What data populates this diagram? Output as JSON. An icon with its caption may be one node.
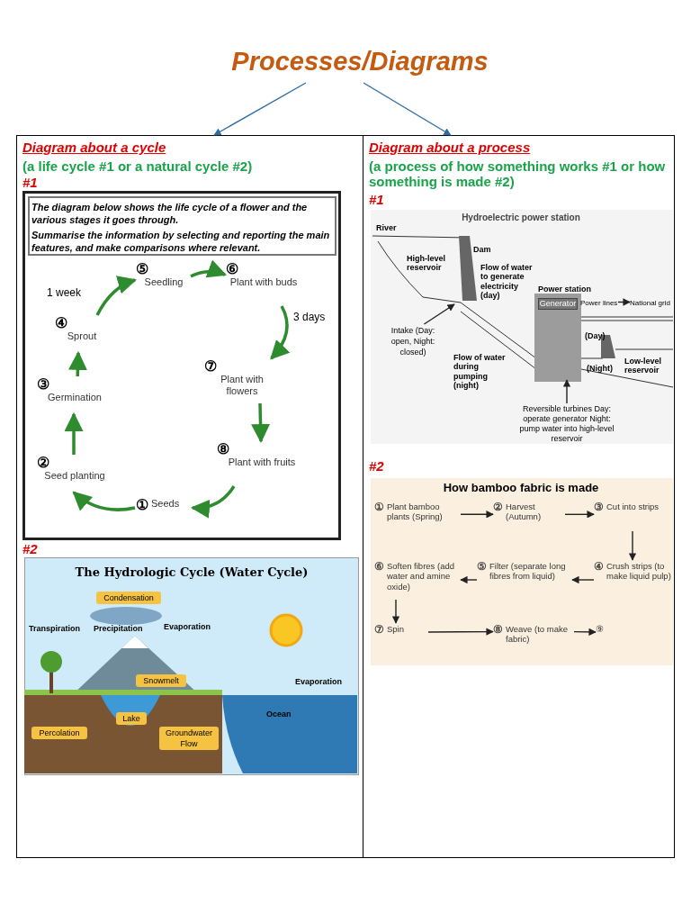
{
  "diagram": {
    "nodes": [
      {
        "text": [
          "Processes/Diagrams"
        ]
      },
      {
        "text": [
          "Diagram about a cycle",
          "(a life cycle #1 or a natural cycle #2)"
        ]
      },
      {
        "text": [
          "#1",
          "The diagram below shows the life cycle of a flower and the various stages it goes through.",
          "Summarise the information by selecting and reporting the main features, and make comparisons where relevant."
        ],
        "in": 1
      },
      {
        "text": [
          "①",
          "Seeds"
        ],
        "in": 2
      },
      {
        "text": [
          "②",
          "Seed planting"
        ],
        "in": 2
      },
      {
        "text": [
          "③",
          "Germination"
        ],
        "in": 2
      },
      {
        "text": [
          "④",
          "Sprout"
        ],
        "in": 2
      },
      {
        "text": [
          "⑤",
          "Seedling"
        ],
        "in": 2
      },
      {
        "text": [
          "⑥",
          "Plant with buds"
        ],
        "in": 2
      },
      {
        "text": [
          "⑦",
          "Plant with flowers"
        ],
        "in": 2
      },
      {
        "text": [
          "⑧",
          "Plant with fruits"
        ],
        "in": 2
      },
      {
        "text": [
          "#2",
          "The Hydrologic Cycle (Water Cycle)"
        ],
        "in": 1
      },
      {
        "text": [
          "Condensation"
        ],
        "in": 11
      },
      {
        "text": [
          "Snowmelt"
        ],
        "in": 11
      },
      {
        "text": [
          "Lake"
        ],
        "in": 11
      },
      {
        "text": [
          "Percolation"
        ],
        "in": 11
      },
      {
        "text": [
          "Groundwater Flow"
        ],
        "in": 11
      },
      {
        "text": [
          "Diagram about a process",
          "(a process of how something works #1 or how something is made #2)"
        ]
      },
      {
        "text": [
          "#1",
          "Hydroelectric power station"
        ],
        "in": 17
      },
      {
        "text": [
          "Power lines"
        ],
        "in": 18
      },
      {
        "text": [
          "National grid"
        ],
        "in": 18
      },
      {
        "text": [
          "Intake (Day: open, Night: closed)"
        ],
        "in": 18
      },
      {
        "text": [
          "Reversible turbines Day: operate generator Night: pump water into high-level reservoir"
        ],
        "in": 18
      },
      {
        "text": [
          "Generator"
        ],
        "in": 18
      },
      {
        "text": [
          "#2",
          "How bamboo fabric is made"
        ],
        "in": 17
      },
      {
        "text": [
          "①",
          "Plant bamboo plants (Spring)"
        ],
        "in": 24
      },
      {
        "text": [
          "②",
          "Harvest (Autumn)"
        ],
        "in": 24
      },
      {
        "text": [
          "③",
          "Cut into strips"
        ],
        "in": 24
      },
      {
        "text": [
          "④",
          "Crush strips (to make liquid pulp)"
        ],
        "in": 24
      },
      {
        "text": [
          "⑤",
          "Filter (separate long fibres from liquid)"
        ],
        "in": 24
      },
      {
        "text": [
          "⑥",
          "Soften fibres (add water and amine oxide)"
        ],
        "in": 24
      },
      {
        "text": [
          "⑦",
          "Spin"
        ],
        "in": 24
      },
      {
        "text": [
          "⑧",
          "Weave (to make fabric)"
        ],
        "in": 24
      },
      {
        "text": [
          "⑨"
        ],
        "in": 24
      }
    ],
    "edges": [
      {
        "from": 0,
        "to": 1,
        "arrow": "to",
        "color": "#2e6da4"
      },
      {
        "from": 0,
        "to": 17,
        "arrow": "to",
        "color": "#2e6da4"
      },
      {
        "from": 3,
        "to": 4,
        "arrow": "to",
        "style": "thick",
        "color": "#2e8b2e"
      },
      {
        "from": 4,
        "to": 5,
        "arrow": "to",
        "style": "thick",
        "color": "#2e8b2e"
      },
      {
        "from": 5,
        "to": 6,
        "arrow": "to",
        "style": "thick",
        "color": "#2e8b2e"
      },
      {
        "from": 6,
        "to": 7,
        "arrow": "to",
        "label": "1 week",
        "style": "thick",
        "color": "#2e8b2e"
      },
      {
        "from": 7,
        "to": 8,
        "arrow": "to",
        "style": "thick",
        "color": "#2e8b2e"
      },
      {
        "from": 8,
        "to": 9,
        "arrow": "to",
        "label": "3 days",
        "style": "thick",
        "color": "#2e8b2e"
      },
      {
        "from": 9,
        "to": 10,
        "arrow": "to",
        "style": "thick",
        "color": "#2e8b2e"
      },
      {
        "from": 10,
        "to": 3,
        "arrow": "to",
        "style": "thick",
        "color": "#2e8b2e"
      },
      {
        "from": 19,
        "to": 20,
        "arrow": "to"
      },
      {
        "from": 21,
        "to": null,
        "arrow": "to"
      },
      {
        "from": 22,
        "to": null,
        "arrow": "to"
      },
      {
        "from": 25,
        "to": 26,
        "arrow": "to"
      },
      {
        "from": 26,
        "to": 27,
        "arrow": "to"
      },
      {
        "from": 27,
        "to": 28,
        "arrow": "to"
      },
      {
        "from": 28,
        "to": 29,
        "arrow": "to"
      },
      {
        "from": 29,
        "to": 30,
        "arrow": "to"
      },
      {
        "from": 30,
        "to": 31,
        "arrow": "to"
      },
      {
        "from": 31,
        "to": 32,
        "arrow": "to"
      },
      {
        "from": 32,
        "to": 33,
        "arrow": "to"
      }
    ],
    "labels": [
      "Transpiration",
      "Precipitation",
      "Evaporation",
      "Evaporation",
      "Ocean",
      "River",
      "Dam",
      "High-level reservoir",
      "Power station",
      "Flow of water to generate electricity (day)",
      "Flow of water during pumping (night)",
      "(Day)",
      "(Night)",
      "Low-level reservoir"
    ]
  }
}
